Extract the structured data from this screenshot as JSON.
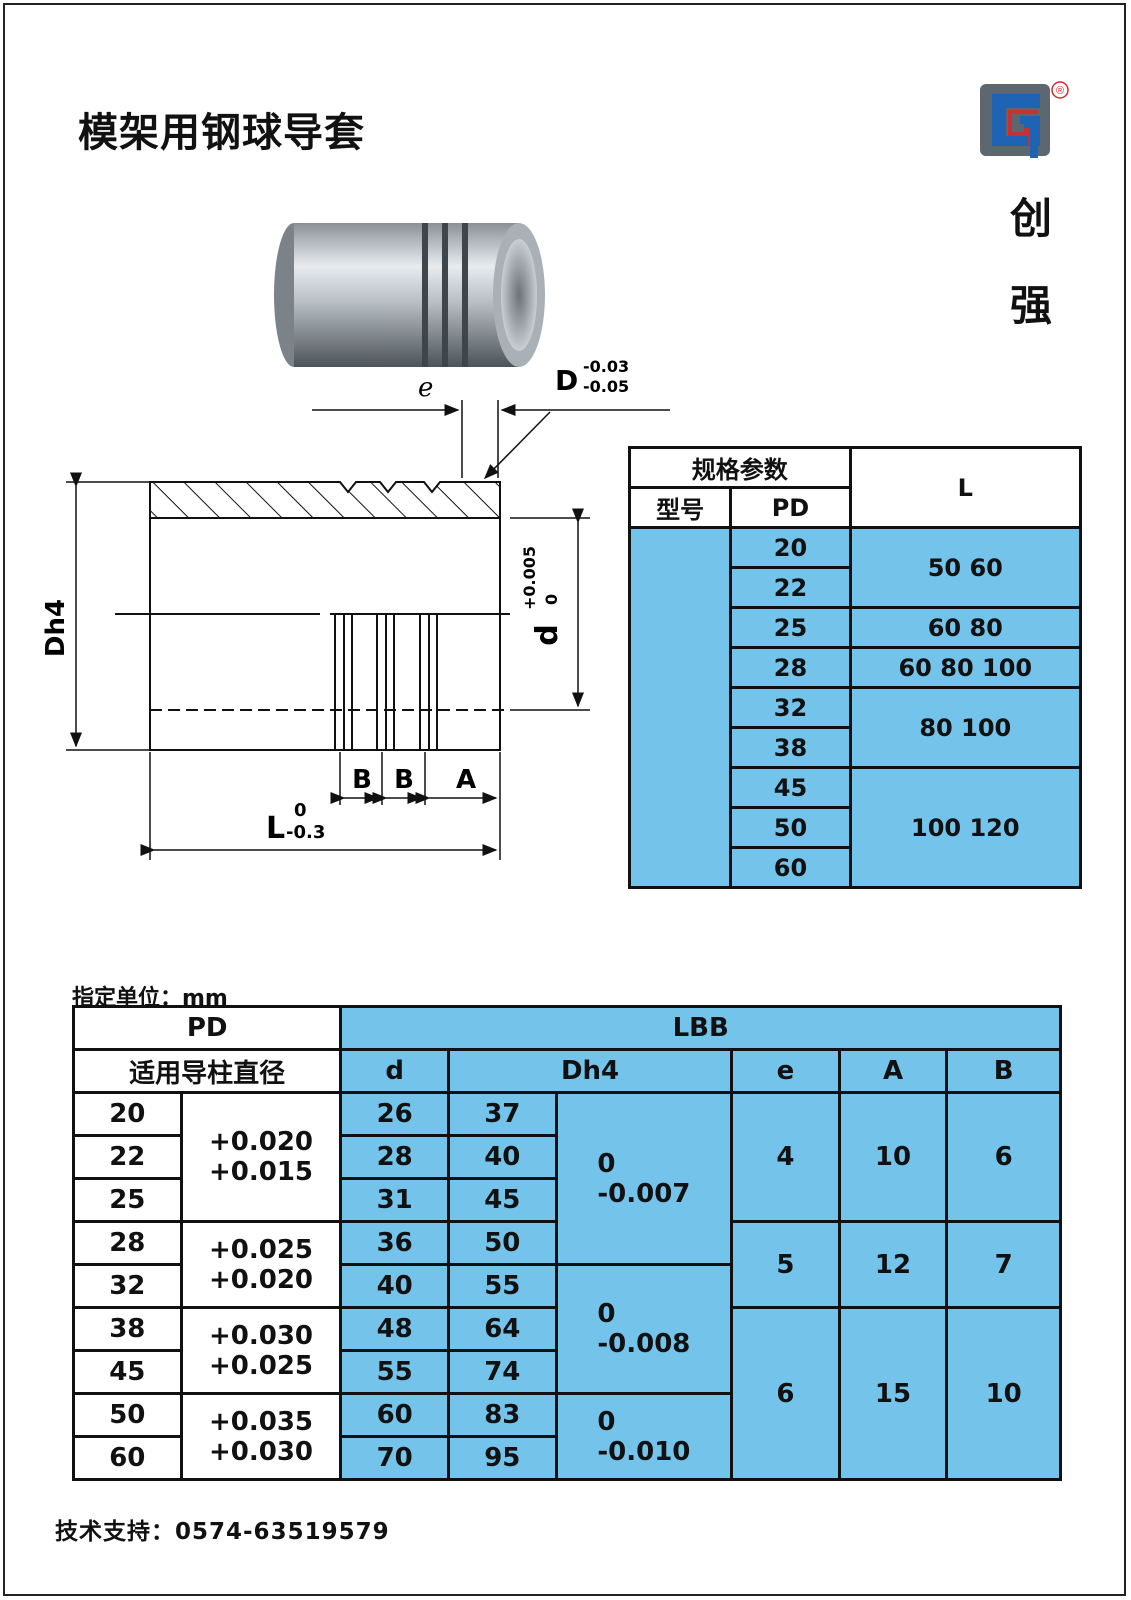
{
  "title": "模架用钢球导套",
  "brand": {
    "char1": "创",
    "char2": "强",
    "registered": "®"
  },
  "diagram": {
    "e": "e",
    "D": "D",
    "D_tol_upper": "-0.03",
    "D_tol_lower": "-0.05",
    "Dh4": "Dh4",
    "d": "d",
    "d_tol_upper": "+0.005",
    "d_tol_lower": "0",
    "B1": "B",
    "B2": "B",
    "A": "A",
    "L": "L",
    "L_tol_upper": "0",
    "L_tol_lower": "-0.3"
  },
  "spec_table": {
    "header_group": "规格参数",
    "header_model": "型号",
    "header_pd": "PD",
    "header_l": "L",
    "pd": [
      "20",
      "22",
      "25",
      "28",
      "32",
      "38",
      "45",
      "50",
      "60"
    ],
    "l_groups": [
      "50 60",
      "60 80",
      "60 80 100",
      "80 100",
      "100 120"
    ]
  },
  "unit_note": "指定单位：mm",
  "dim_table": {
    "header_pd": "PD",
    "header_pd_sub": "适用导柱直径",
    "header_lbb": "LBB",
    "header_d": "d",
    "header_dh4": "Dh4",
    "header_e": "e",
    "header_a": "A",
    "header_b": "B",
    "pd": [
      "20",
      "22",
      "25",
      "28",
      "32",
      "38",
      "45",
      "50",
      "60"
    ],
    "pd_tol": [
      {
        "upper": "+0.020",
        "lower": "+0.015"
      },
      {
        "upper": "+0.025",
        "lower": "+0.020"
      },
      {
        "upper": "+0.030",
        "lower": "+0.025"
      },
      {
        "upper": "+0.035",
        "lower": "+0.030"
      }
    ],
    "d": [
      "26",
      "28",
      "31",
      "36",
      "40",
      "48",
      "55",
      "60",
      "70"
    ],
    "dh4": [
      "37",
      "40",
      "45",
      "50",
      "55",
      "64",
      "74",
      "83",
      "95"
    ],
    "dh4_tol": [
      {
        "upper": "0",
        "lower": "-0.007"
      },
      {
        "upper": "0",
        "lower": "-0.008"
      },
      {
        "upper": "0",
        "lower": "-0.010"
      }
    ],
    "e": [
      "4",
      "5",
      "6"
    ],
    "a": [
      "10",
      "12",
      "15"
    ],
    "b": [
      "6",
      "7",
      "10"
    ]
  },
  "support": "技术支持：0574-63519579",
  "colors": {
    "table_blue": "#74c3eb",
    "logo_blue": "#1f63b5",
    "logo_red": "#d62a2a",
    "logo_gray": "#5d6770"
  }
}
